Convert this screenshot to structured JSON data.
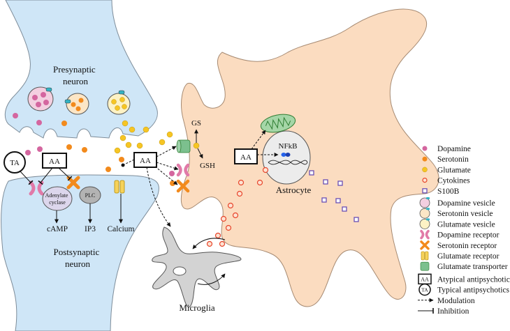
{
  "labels": {
    "presynaptic": [
      "Presynaptic",
      "neuron"
    ],
    "postsynaptic": [
      "Postsynaptic",
      "neuron"
    ],
    "astrocyte": "Astrocyte",
    "microglia": "Microglia",
    "ta": "TA",
    "aa": "AA",
    "adenylate_cyclase": [
      "Adenylate",
      "cyclase"
    ],
    "plc": "PLC",
    "camp": "cAMP",
    "ip3": "IP3",
    "calcium": "Calcium",
    "gs": "GS",
    "gsh": "GSH",
    "nfkb": "NFkB"
  },
  "legend": [
    {
      "icon": "dopamine-dot-icon",
      "label": "Dopamine"
    },
    {
      "icon": "serotonin-dot-icon",
      "label": "Serotonin"
    },
    {
      "icon": "glutamate-dot-icon",
      "label": "Glutamate"
    },
    {
      "icon": "cytokine-circle-icon",
      "label": "Cytokines"
    },
    {
      "icon": "s100b-square-icon",
      "label": "S100B"
    },
    {
      "icon": "dopamine-vesicle-icon",
      "label": "Dopamine vesicle"
    },
    {
      "icon": "serotonin-vesicle-icon",
      "label": "Serotonin vesicle"
    },
    {
      "icon": "glutamate-vesicle-icon",
      "label": "Glutamate vesicle"
    },
    {
      "icon": "dopamine-receptor-icon",
      "label": "Dopamine receptor"
    },
    {
      "icon": "serotonin-receptor-icon",
      "label": "Serotonin receptor"
    },
    {
      "icon": "glutamate-receptor-icon",
      "label": "Glutamate receptor"
    },
    {
      "icon": "glutamate-transporter-icon",
      "label": "Glutamate transporter"
    },
    {
      "icon": "aa-box-icon",
      "label": "Atypical antipsychotics",
      "badge": "AA"
    },
    {
      "icon": "ta-circle-icon",
      "label": "Typical antipsychotics",
      "badge": "TA"
    },
    {
      "icon": "dashed-arrow-icon",
      "label": "Modulation"
    },
    {
      "icon": "inhibition-line-icon",
      "label": "Inhibition"
    }
  ],
  "colors": {
    "neuron_fill": "#cfe6f7",
    "neuron_stroke": "#7d8c99",
    "astrocyte_fill": "#fbdcc0",
    "microglia_fill": "#d3d3d3",
    "dopamine": "#d4669f",
    "serotonin": "#f28a1c",
    "glutamate": "#f6c524",
    "cytokine_stroke": "#e8452a",
    "cytokine_fill": "#fde3d3",
    "s100b": "#6a4fb3",
    "mito": "#7cc08e",
    "nfkb": "#2563eb"
  }
}
